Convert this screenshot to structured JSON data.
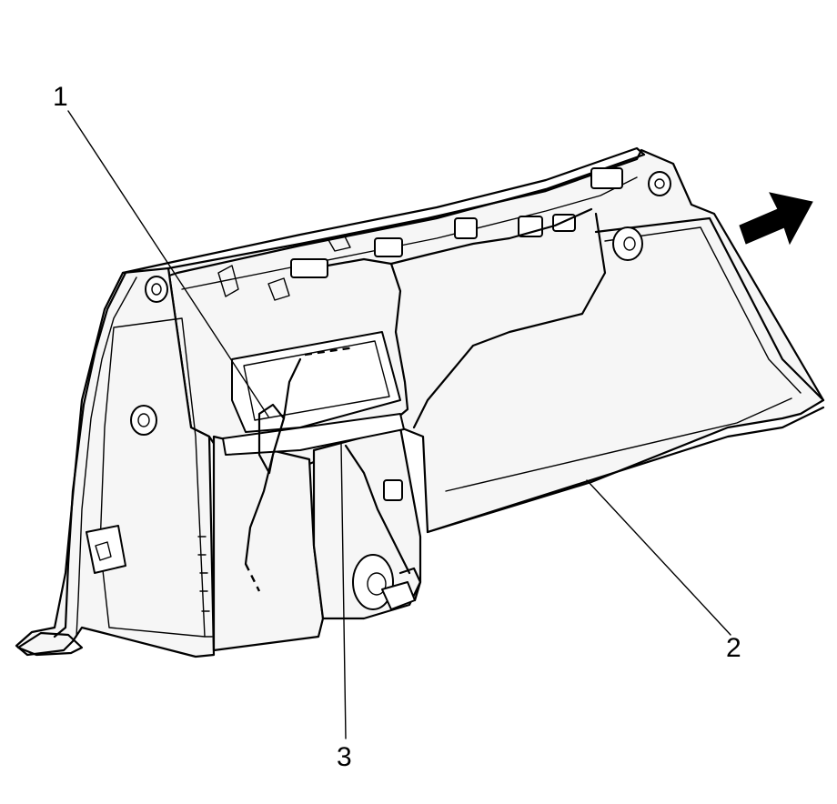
{
  "callouts": [
    {
      "id": "1",
      "label": "1"
    },
    {
      "id": "2",
      "label": "2"
    },
    {
      "id": "3",
      "label": "3"
    }
  ],
  "colors": {
    "line": "#000000",
    "panel_fill": "#f6f6f6",
    "background": "#ffffff"
  },
  "icons": {
    "direction_arrow": "arrow-right-icon"
  }
}
